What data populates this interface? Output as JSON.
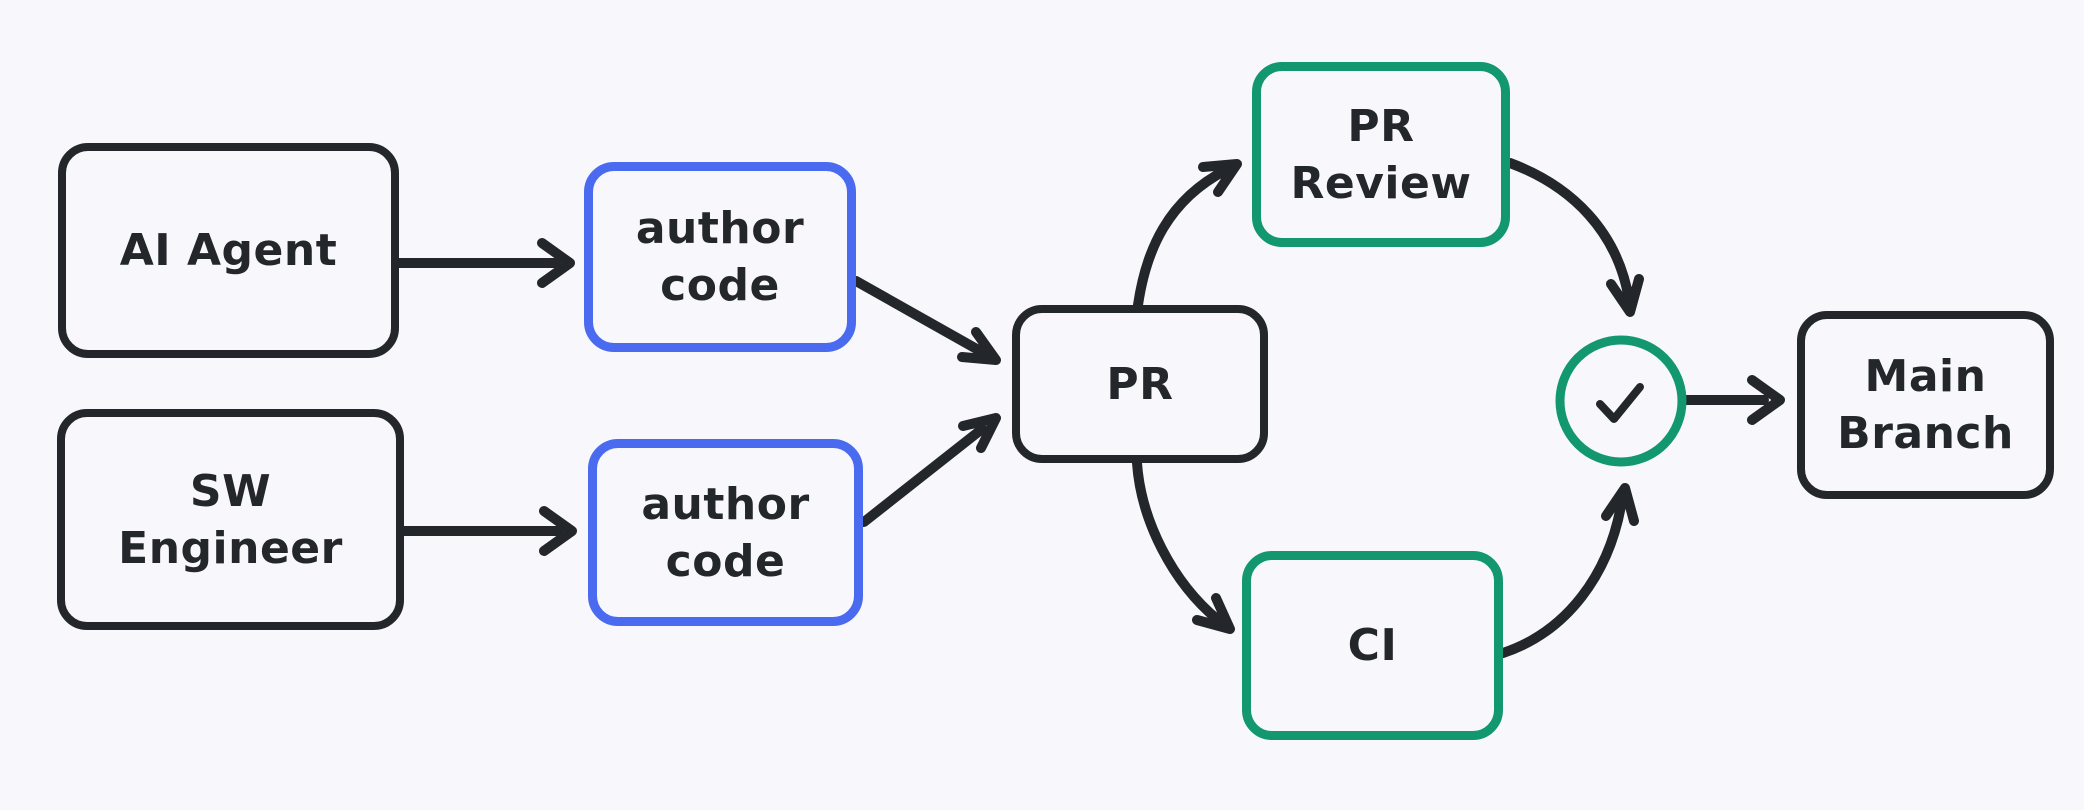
{
  "diagram": {
    "colors": {
      "background": "#f8f8fc",
      "ink": "#23262b",
      "blue": "#4a6bef",
      "green": "#12976f"
    },
    "nodes": {
      "ai_agent": {
        "lines": [
          "AI Agent"
        ]
      },
      "sw_engineer": {
        "lines": [
          "SW",
          "Engineer"
        ]
      },
      "author_code_top": {
        "lines": [
          "author",
          "code"
        ]
      },
      "author_code_bottom": {
        "lines": [
          "author",
          "code"
        ]
      },
      "pr": {
        "lines": [
          "PR"
        ]
      },
      "pr_review": {
        "lines": [
          "PR",
          "Review"
        ]
      },
      "ci": {
        "lines": [
          "CI"
        ]
      },
      "main_branch": {
        "lines": [
          "Main",
          "Branch"
        ]
      },
      "check": {
        "icon": "checkmark"
      }
    }
  }
}
